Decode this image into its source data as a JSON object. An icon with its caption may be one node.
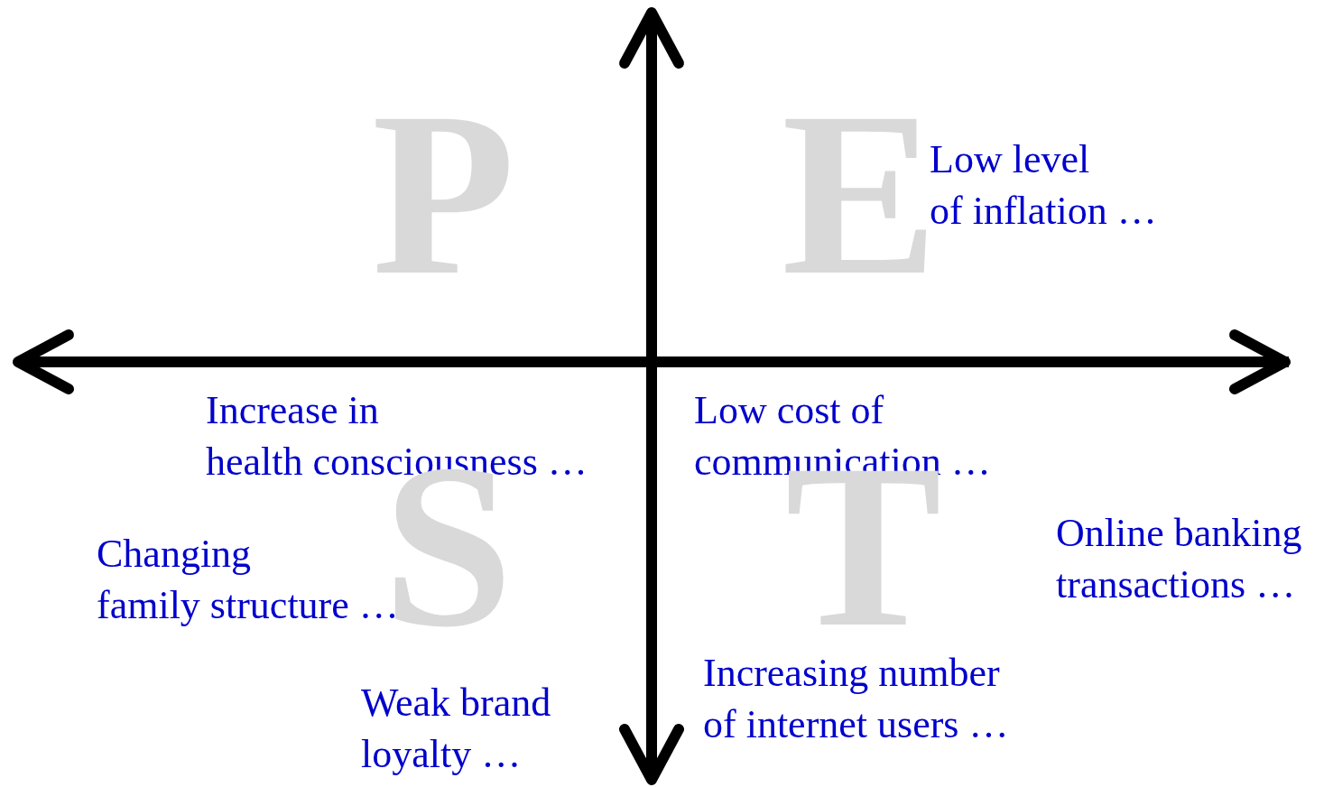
{
  "diagram": {
    "labels": [
      "P",
      "E",
      "Low level of inflation …",
      "Increase in health consciousness …",
      "Low cost of communication …",
      "S",
      "T",
      "Online banking transactions …",
      "Changing family structure …",
      "Increasing number of internet users …",
      "Weak brand loyalty …"
    ]
  }
}
